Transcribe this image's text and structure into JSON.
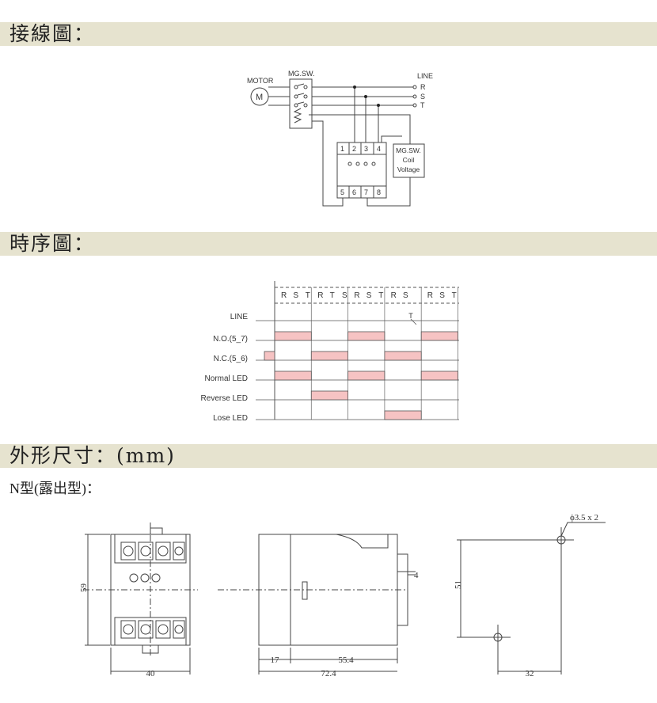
{
  "sections": {
    "wiring_title": "接線圖：",
    "timing_title": "時序圖：",
    "dimension_title": "外形尺寸：(mm)",
    "dimension_subtitle": "N型(露出型)："
  },
  "wiring": {
    "motor_label": "MOTOR",
    "motor_symbol": "M",
    "mgsw_label": "MG.SW.",
    "line_label": "LINE",
    "phases": [
      "R",
      "S",
      "T"
    ],
    "terminals_top": [
      "1",
      "2",
      "3",
      "4"
    ],
    "terminals_bottom": [
      "5",
      "6",
      "7",
      "8"
    ],
    "coil_box": [
      "MG.SW.",
      "Coil",
      "Voltage"
    ]
  },
  "timing": {
    "header_phases": [
      "R",
      "S",
      "T",
      "R",
      "T",
      "S",
      "R",
      "S",
      "T",
      "R",
      "S",
      "",
      "R",
      "S",
      "T"
    ],
    "line_row_label": "LINE",
    "line_missing_phase_mark": "T",
    "rows": [
      {
        "label": "N.O.(5_7)",
        "on_periods": [
          1,
          3,
          5
        ]
      },
      {
        "label": "N.C.(5_6)",
        "on_periods": [
          0,
          2,
          4
        ]
      },
      {
        "label": "Normal LED",
        "on_periods": [
          1,
          3,
          5
        ]
      },
      {
        "label": "Reverse LED",
        "on_periods": [
          2
        ]
      },
      {
        "label": "Lose LED",
        "on_periods": [
          4
        ]
      }
    ],
    "pulse_color": "#f6c3c3"
  },
  "dimensions": {
    "width_40": "40",
    "height_59": "59",
    "depth_17": "17",
    "depth_55_4": "55.4",
    "depth_72_4": "72.4",
    "rail_4": "4",
    "hole_note": "ϕ3.5 x 2",
    "mount_51": "51",
    "mount_32": "32"
  }
}
